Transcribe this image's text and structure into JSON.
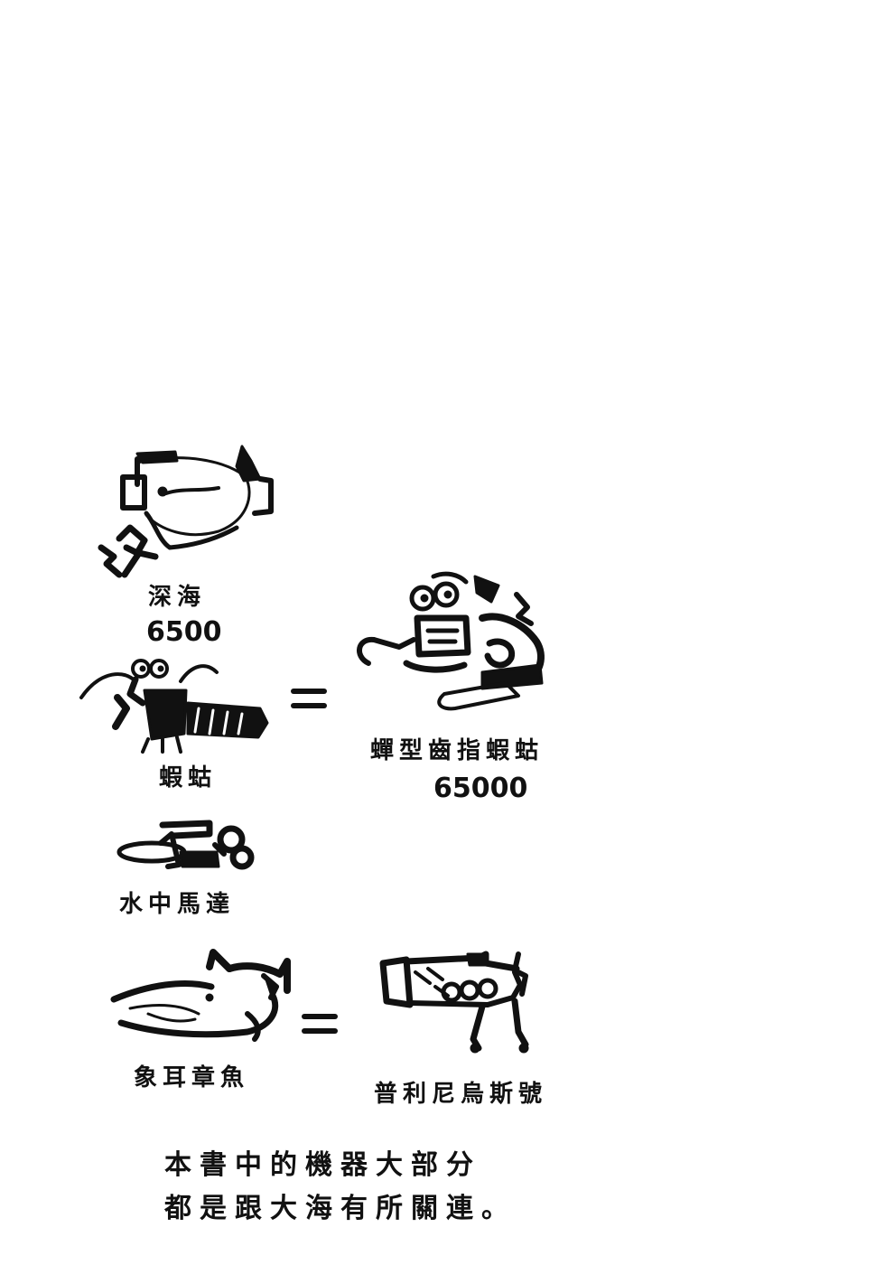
{
  "items": {
    "shinkai": {
      "name": "深海",
      "number": "6500"
    },
    "shrimp": {
      "name": "蝦蛄"
    },
    "mantis_robot": {
      "name": "蟬型齒指蝦蛄",
      "number": "65000"
    },
    "motor": {
      "name": "水中馬達"
    },
    "dumbo": {
      "name": "象耳章魚"
    },
    "plinius": {
      "name": "普利尼烏斯號"
    }
  },
  "footer": {
    "line1": "本書中的機器大部分",
    "line2": "都是跟大海有所關連。"
  },
  "icons": [
    "submarine-icon",
    "mantis-shrimp-icon",
    "mantis-robot-icon",
    "water-motor-icon",
    "dumbo-octopus-icon",
    "plinius-ship-icon"
  ]
}
